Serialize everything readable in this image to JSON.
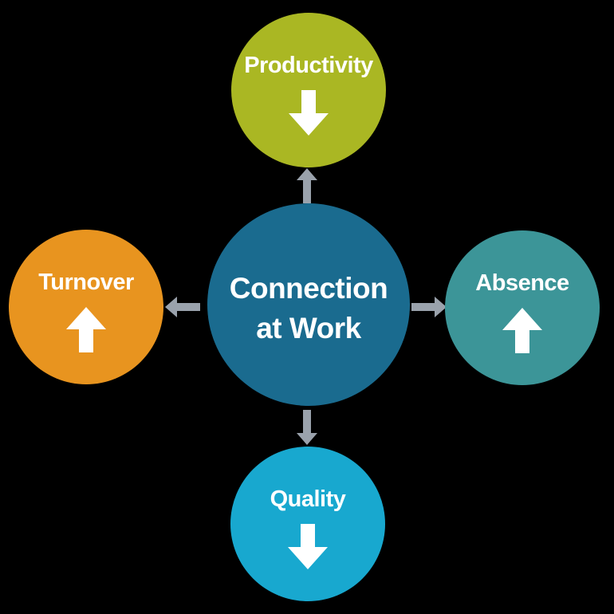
{
  "background_color": "#000000",
  "center": {
    "name": "Connection at Work",
    "line1": "Connection",
    "line2": "at Work",
    "color": "#1a6b8f",
    "text_color": "#ffffff"
  },
  "nodes": {
    "top": {
      "label": "Productivity",
      "arrow_icon": "arrow-down-icon",
      "effect": "decrease",
      "color": "#aab723"
    },
    "left": {
      "label": "Turnover",
      "arrow_icon": "arrow-up-icon",
      "effect": "increase",
      "color": "#e8941f"
    },
    "right": {
      "label": "Absence",
      "arrow_icon": "arrow-up-icon",
      "effect": "increase",
      "color": "#3c9598"
    },
    "bottom": {
      "label": "Quality",
      "arrow_icon": "arrow-down-icon",
      "effect": "decrease",
      "color": "#18a8cf"
    }
  },
  "connector_color": "#9aa2ac",
  "node_arrow_color": "#ffffff"
}
